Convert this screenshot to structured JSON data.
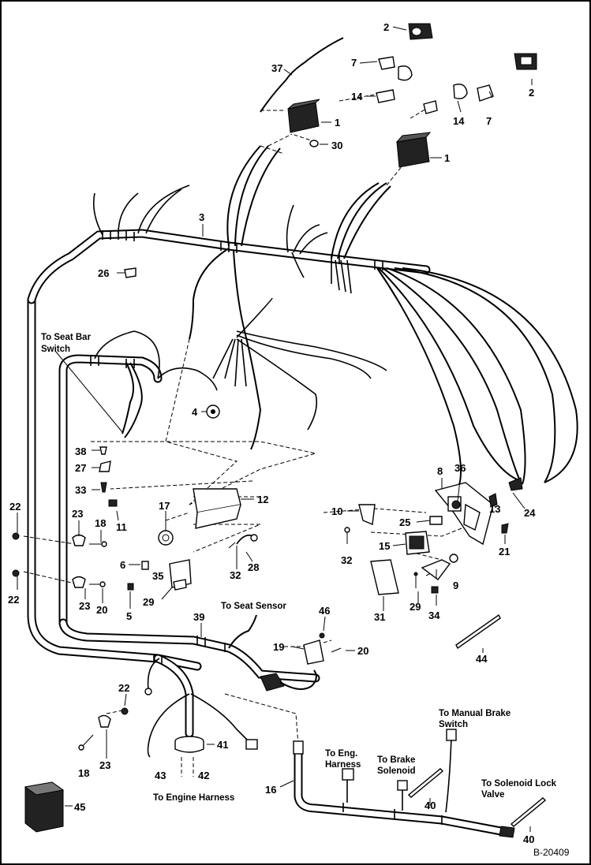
{
  "figure_id": "B-20409",
  "callouts": [
    {
      "id": "c-2a",
      "text": "2"
    },
    {
      "id": "c-2b",
      "text": "2"
    },
    {
      "id": "c-37",
      "text": "37"
    },
    {
      "id": "c-7a",
      "text": "7"
    },
    {
      "id": "c-7b",
      "text": "7"
    },
    {
      "id": "c-14a",
      "text": "14"
    },
    {
      "id": "c-14b",
      "text": "14"
    },
    {
      "id": "c-1a",
      "text": "1"
    },
    {
      "id": "c-1b",
      "text": "1"
    },
    {
      "id": "c-30",
      "text": "30"
    },
    {
      "id": "c-3",
      "text": "3"
    },
    {
      "id": "c-26",
      "text": "26"
    },
    {
      "id": "c-4",
      "text": "4"
    },
    {
      "id": "c-38",
      "text": "38"
    },
    {
      "id": "c-27",
      "text": "27"
    },
    {
      "id": "c-33",
      "text": "33"
    },
    {
      "id": "c-12",
      "text": "12"
    },
    {
      "id": "c-8",
      "text": "8"
    },
    {
      "id": "c-36",
      "text": "36"
    },
    {
      "id": "c-22a",
      "text": "22"
    },
    {
      "id": "c-23a",
      "text": "23"
    },
    {
      "id": "c-18a",
      "text": "18"
    },
    {
      "id": "c-11",
      "text": "11"
    },
    {
      "id": "c-17",
      "text": "17"
    },
    {
      "id": "c-10",
      "text": "10"
    },
    {
      "id": "c-25",
      "text": "25"
    },
    {
      "id": "c-13",
      "text": "13"
    },
    {
      "id": "c-24",
      "text": "24"
    },
    {
      "id": "c-15",
      "text": "15"
    },
    {
      "id": "c-21",
      "text": "21"
    },
    {
      "id": "c-6",
      "text": "6"
    },
    {
      "id": "c-35",
      "text": "35"
    },
    {
      "id": "c-32a",
      "text": "32"
    },
    {
      "id": "c-28",
      "text": "28"
    },
    {
      "id": "c-32b",
      "text": "32"
    },
    {
      "id": "c-9",
      "text": "9"
    },
    {
      "id": "c-22b",
      "text": "22"
    },
    {
      "id": "c-23b",
      "text": "23"
    },
    {
      "id": "c-20a",
      "text": "20"
    },
    {
      "id": "c-5",
      "text": "5"
    },
    {
      "id": "c-29a",
      "text": "29"
    },
    {
      "id": "c-29b",
      "text": "29"
    },
    {
      "id": "c-34",
      "text": "34"
    },
    {
      "id": "c-31",
      "text": "31"
    },
    {
      "id": "c-39",
      "text": "39"
    },
    {
      "id": "c-46",
      "text": "46"
    },
    {
      "id": "c-19",
      "text": "19"
    },
    {
      "id": "c-20b",
      "text": "20"
    },
    {
      "id": "c-44",
      "text": "44"
    },
    {
      "id": "c-22c",
      "text": "22"
    },
    {
      "id": "c-41",
      "text": "41"
    },
    {
      "id": "c-18b",
      "text": "18"
    },
    {
      "id": "c-23c",
      "text": "23"
    },
    {
      "id": "c-43",
      "text": "43"
    },
    {
      "id": "c-42",
      "text": "42"
    },
    {
      "id": "c-16",
      "text": "16"
    },
    {
      "id": "c-40a",
      "text": "40"
    },
    {
      "id": "c-40b",
      "text": "40"
    },
    {
      "id": "c-45",
      "text": "45"
    }
  ],
  "notes": {
    "seat_bar_line1": "To Seat Bar",
    "seat_bar_line2": "Switch",
    "seat_sensor": "To Seat Sensor",
    "engine_harness": "To Engine Harness",
    "eng_harness_line1": "To Eng.",
    "eng_harness_line2": "Harness",
    "brake_solenoid_line1": "To Brake",
    "brake_solenoid_line2": "Solenoid",
    "manual_brake_line1": "To Manual Brake",
    "manual_brake_line2": "Switch",
    "solenoid_lock_line1": "To Solenoid Lock",
    "solenoid_lock_line2": "Valve"
  }
}
